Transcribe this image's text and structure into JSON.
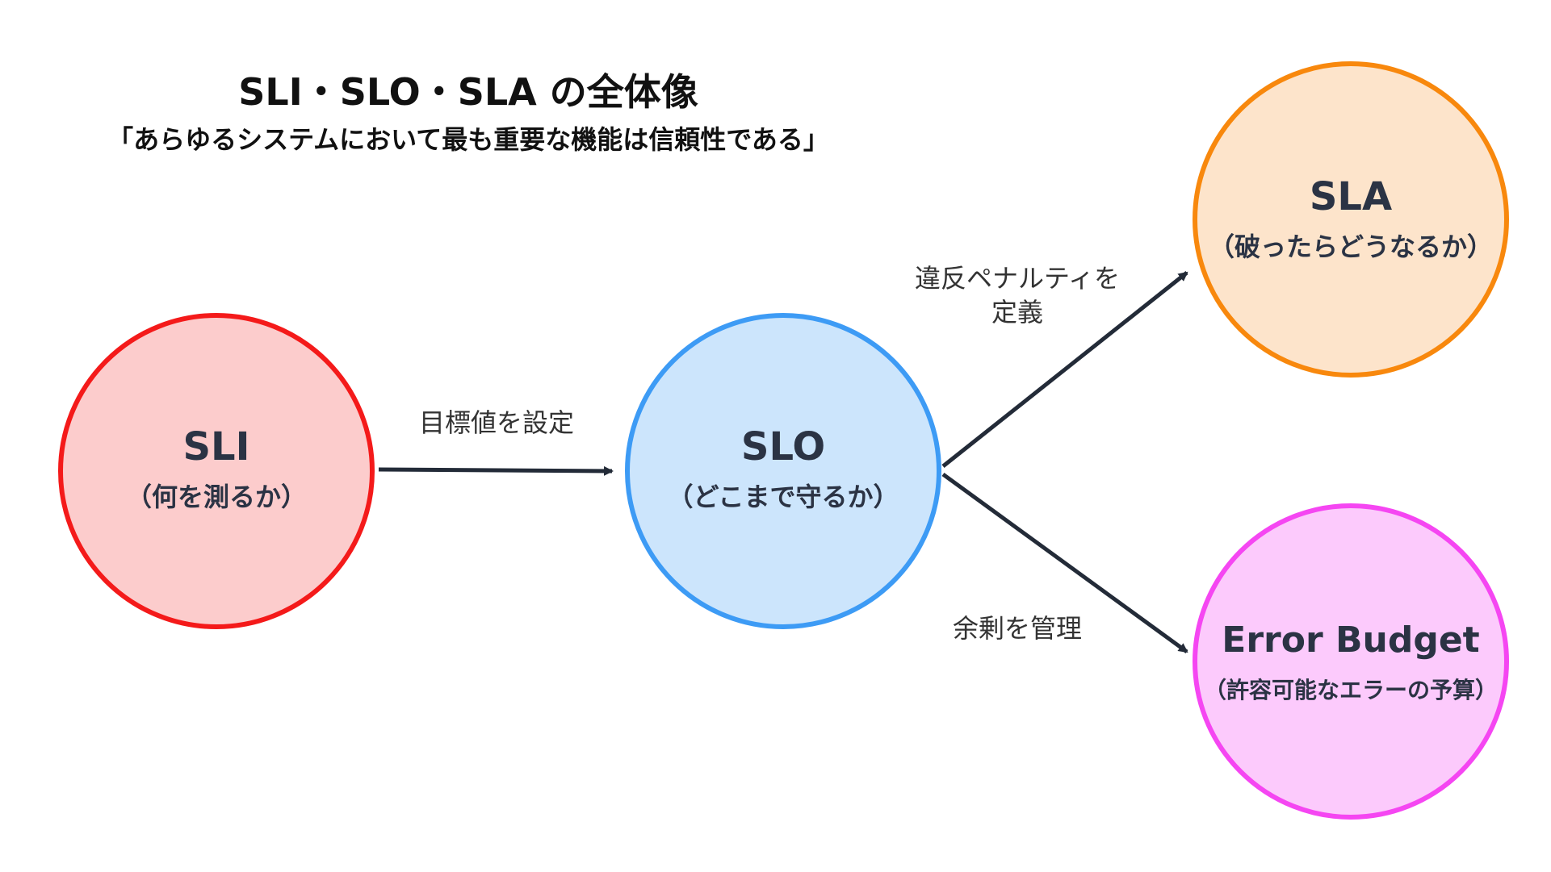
{
  "title": "SLI・SLO・SLA の全体像",
  "subtitle": "「あらゆるシステムにおいて最も重要な機能は信頼性である」",
  "colors": {
    "sli_stroke": "#f41a1a",
    "sli_fill": "#fccccc",
    "slo_stroke": "#3d9bf5",
    "slo_fill": "#cce5fc",
    "sla_stroke": "#f8880d",
    "sla_fill": "#fde4cb",
    "eb_stroke": "#f546f2",
    "eb_fill": "#fccafc",
    "arrow": "#232b38"
  },
  "nodes": {
    "sli": {
      "label": "SLI",
      "description": "（何を測るか）"
    },
    "slo": {
      "label": "SLO",
      "description": "（どこまで守るか）"
    },
    "sla": {
      "label": "SLA",
      "description": "（破ったらどうなるか）"
    },
    "error_budget": {
      "label": "Error Budget",
      "description": "（許容可能なエラーの予算）"
    }
  },
  "edges": {
    "sli_to_slo": "目標値を設定",
    "slo_to_sla_line1": "違反ペナルティを",
    "slo_to_sla_line2": "定義",
    "slo_to_error_budget": "余剰を管理"
  }
}
